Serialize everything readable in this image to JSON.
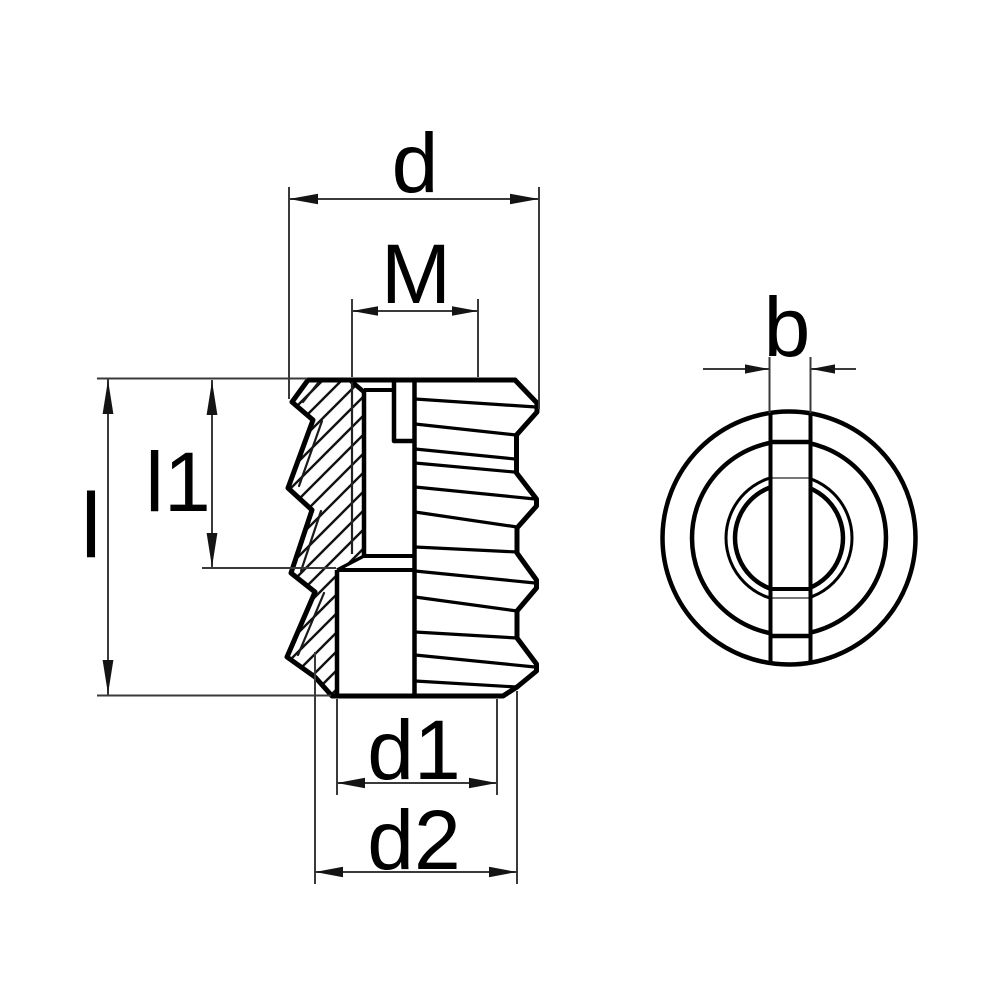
{
  "page": {
    "background": "#ffffff",
    "line_color": "#000000",
    "dim_line_color": "#3a3a3a",
    "arrow_color": "#141414",
    "faint_line_color": "#777777"
  },
  "labels": {
    "d": "d",
    "M": "M",
    "l1": "l1",
    "l": "l",
    "d1": "d1",
    "d2": "d2",
    "b": "b"
  }
}
